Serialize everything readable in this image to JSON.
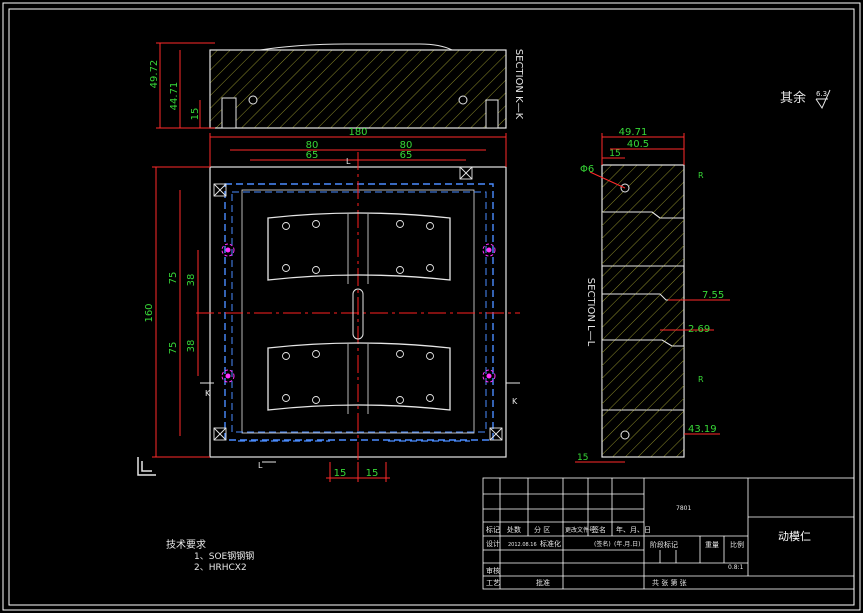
{
  "colors": {
    "background": "#000000",
    "frame": "#ffffff",
    "dimension": "#ff2a2a",
    "dimension_text": "#37d837",
    "centerline": "#ff2020",
    "hidden": "#4a8cff",
    "hatch": "#8a8a2a",
    "outline": "#e6e6e6",
    "hole": "#ff30ff"
  },
  "section_kk": {
    "label": "SECTION K—K",
    "dims": [
      "49.72",
      "44.71",
      "15"
    ]
  },
  "plan_view": {
    "dims_top": [
      "180",
      "80",
      "80",
      "65",
      "65"
    ],
    "dims_left": [
      "160",
      "75",
      "75",
      "38",
      "38"
    ],
    "dims_bottom": [
      "15",
      "15"
    ],
    "cut_labels": [
      "K",
      "K",
      "L",
      "L"
    ]
  },
  "section_ll": {
    "label": "SECTION L—L",
    "dims": [
      "49.71",
      "40.5",
      "15",
      "Φ6",
      "7.55",
      "2.69",
      "43.19",
      "15"
    ],
    "callouts": [
      "R",
      "R"
    ]
  },
  "roughness": {
    "label": "其余",
    "value": "6.3"
  },
  "tech_requirements": {
    "title": "技术要求",
    "items": [
      "1、SOE钢钢钢",
      "2、HRHCX2"
    ]
  },
  "title_block": {
    "part_name": "动模仁",
    "drawing_no": "7801",
    "header": [
      "标记",
      "处数",
      "分 区",
      "更改文件号",
      "签名",
      "年、月、日"
    ],
    "row_design": [
      "设计",
      "2012.08.16",
      "标准化",
      "(签名)",
      "(年.月.日)"
    ],
    "stage_label": "阶段标记",
    "weight_label": "重量",
    "scale_label": "比例",
    "check_label": "审核",
    "process_label": "工艺",
    "approve_label": "批准",
    "scale_value": "0.8:1",
    "sheets_label": "共   张  第   张"
  }
}
